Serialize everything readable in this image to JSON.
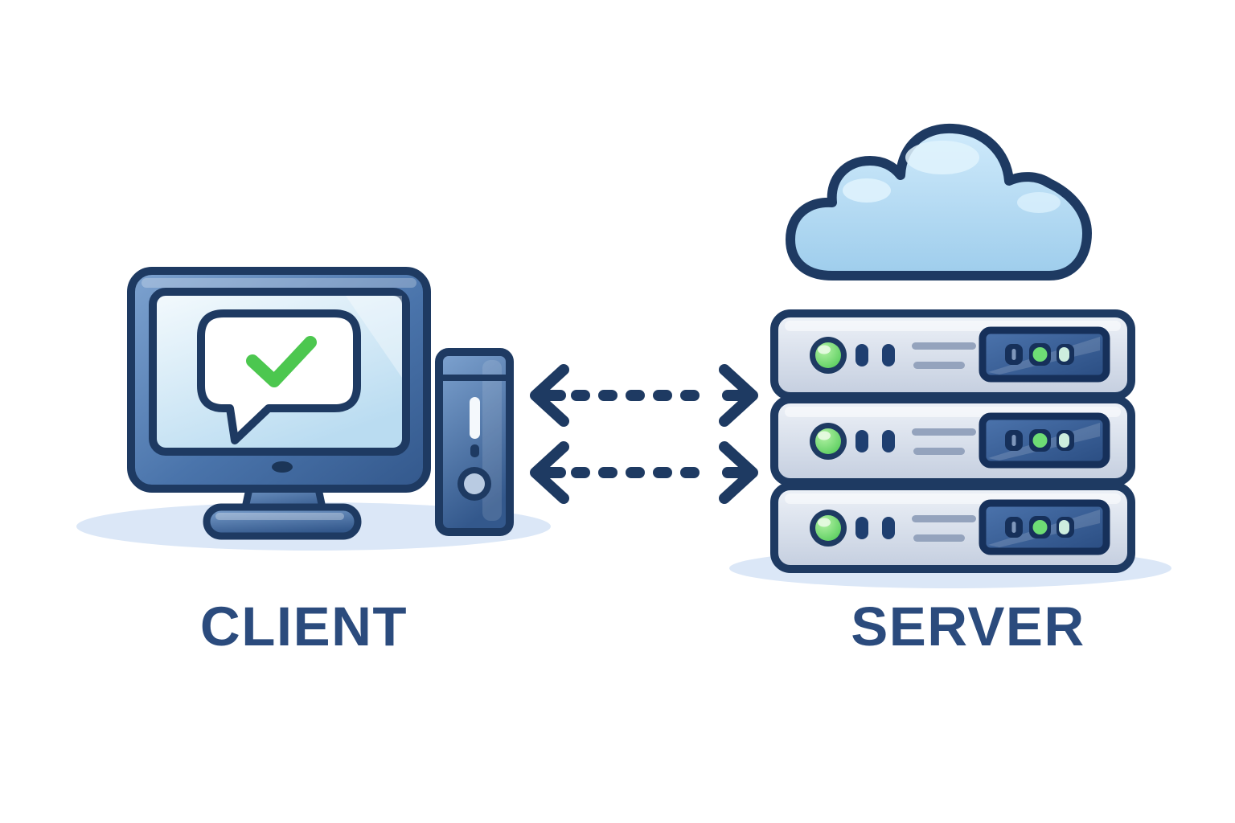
{
  "labels": {
    "client": "CLIENT",
    "server": "SERVER"
  },
  "palette": {
    "canvas": "#ffffff",
    "navy": "#1e3a62",
    "navy-deep": "#16305a",
    "bezel-light": "#7ea3d0",
    "bezel-mid": "#4a74ab",
    "bezel-dark": "#33588c",
    "screen-light": "#f4fafd",
    "screen-blue": "#badcf1",
    "bubble-fill": "#ffffff",
    "check-green": "#4cc74f",
    "led-green": "#55cb5a",
    "led-green-light": "#b2f2a4",
    "cloud-top": "#cfeafb",
    "cloud-bottom": "#9ecdec",
    "unit-light": "#eef2f8",
    "unit-dark": "#c4cedf",
    "line-gray": "#94a3bd",
    "panel-light": "#4c74ad",
    "panel-dark": "#2a4d82",
    "mint": "#cdeede",
    "slot-light": "#7f97bb",
    "inner-light": "#b9cbe2",
    "shadow": "#dbe7f7",
    "text-navy": "#2b4b7d"
  },
  "diagram": {
    "type": "diagram",
    "nodes": [
      {
        "id": "client",
        "label": "CLIENT",
        "icons": [
          "monitor-icon",
          "speech-bubble-icon",
          "checkmark-icon",
          "tower-pc-icon"
        ]
      },
      {
        "id": "server",
        "label": "SERVER",
        "icons": [
          "cloud-icon",
          "server-rack-icon"
        ],
        "rack_units": 3,
        "unit_features": [
          "green-status-led",
          "two-drive-slots",
          "vent-lines",
          "blue-port-panel"
        ]
      }
    ],
    "connections": [
      {
        "from": "client",
        "to": "server",
        "direction": "bidirectional",
        "style": "dashed"
      },
      {
        "from": "client",
        "to": "server",
        "direction": "bidirectional",
        "style": "dashed"
      }
    ]
  }
}
